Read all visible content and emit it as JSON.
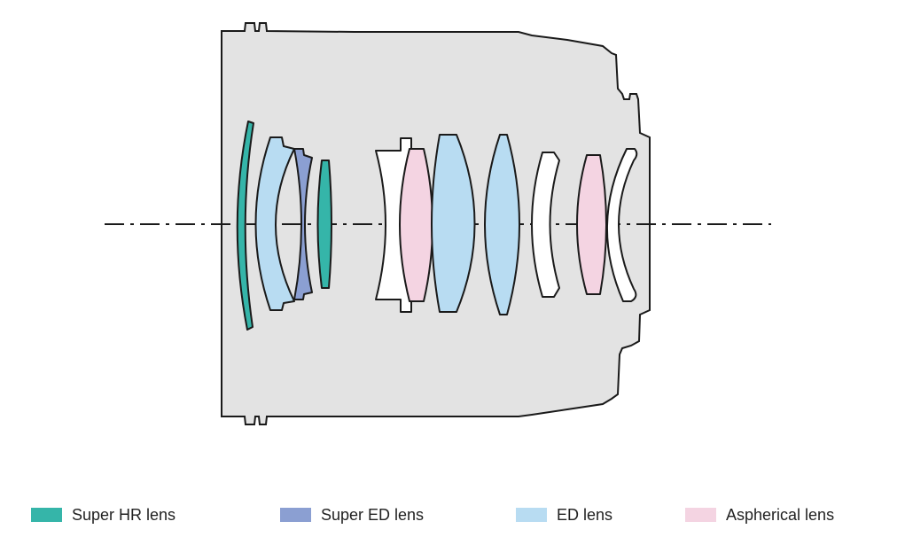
{
  "colors": {
    "barrel": "#e3e3e3",
    "super_hr": "#35b5a9",
    "super_ed": "#8b9fd2",
    "ed": "#b8dcf2",
    "aspherical": "#f4d4e2",
    "plain": "#ffffff"
  },
  "legend": [
    {
      "label": "Super HR lens",
      "color": "#35b5a9"
    },
    {
      "label": "Super ED lens",
      "color": "#8b9fd2"
    },
    {
      "label": "ED lens",
      "color": "#b8dcf2"
    },
    {
      "label": "Aspherical lens",
      "color": "#f4d4e2"
    }
  ]
}
